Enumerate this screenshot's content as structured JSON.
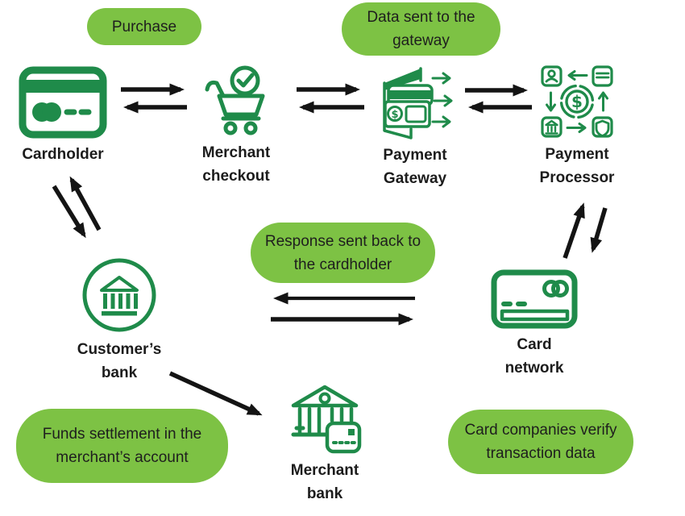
{
  "colors": {
    "bubble": "#7dc244",
    "icon": "#1f8b4a",
    "arrow": "#141414",
    "text": "#1c1c1c",
    "background": "#ffffff"
  },
  "bubbles": {
    "purchase": "Purchase",
    "data_to_gateway": "Data sent to the gateway",
    "response_back": "Response sent back to the cardholder",
    "funds_settlement": "Funds settlement in the merchant’s account",
    "verify_transaction": "Card companies verify transaction data"
  },
  "nodes": {
    "cardholder": {
      "label": "Cardholder",
      "icon": "credit-card-icon"
    },
    "merchant_checkout": {
      "label": "Merchant checkout",
      "icon": "cart-check-icon"
    },
    "payment_gateway": {
      "label": "Payment Gateway",
      "icon": "gateway-door-icon"
    },
    "payment_processor": {
      "label": "Payment Processor",
      "icon": "processor-cycle-icon"
    },
    "customers_bank": {
      "label": "Customer’s bank",
      "icon": "bank-circle-icon"
    },
    "card_network": {
      "label": "Card network",
      "icon": "card-network-icon"
    },
    "merchant_bank": {
      "label": "Merchant bank",
      "icon": "bank-card-icon"
    }
  },
  "icon_symbols": {
    "dollar": "$"
  },
  "edges": [
    {
      "from": "cardholder",
      "to": "merchant_checkout",
      "bidirectional": true
    },
    {
      "from": "merchant_checkout",
      "to": "payment_gateway",
      "bidirectional": true
    },
    {
      "from": "payment_gateway",
      "to": "payment_processor",
      "bidirectional": true
    },
    {
      "from": "cardholder",
      "to": "customers_bank",
      "bidirectional": true
    },
    {
      "from": "card_network",
      "to": "customers_bank",
      "bidirectional": true
    },
    {
      "from": "card_network",
      "to": "payment_processor",
      "bidirectional": true
    },
    {
      "from": "customers_bank",
      "to": "merchant_bank",
      "bidirectional": false
    }
  ]
}
